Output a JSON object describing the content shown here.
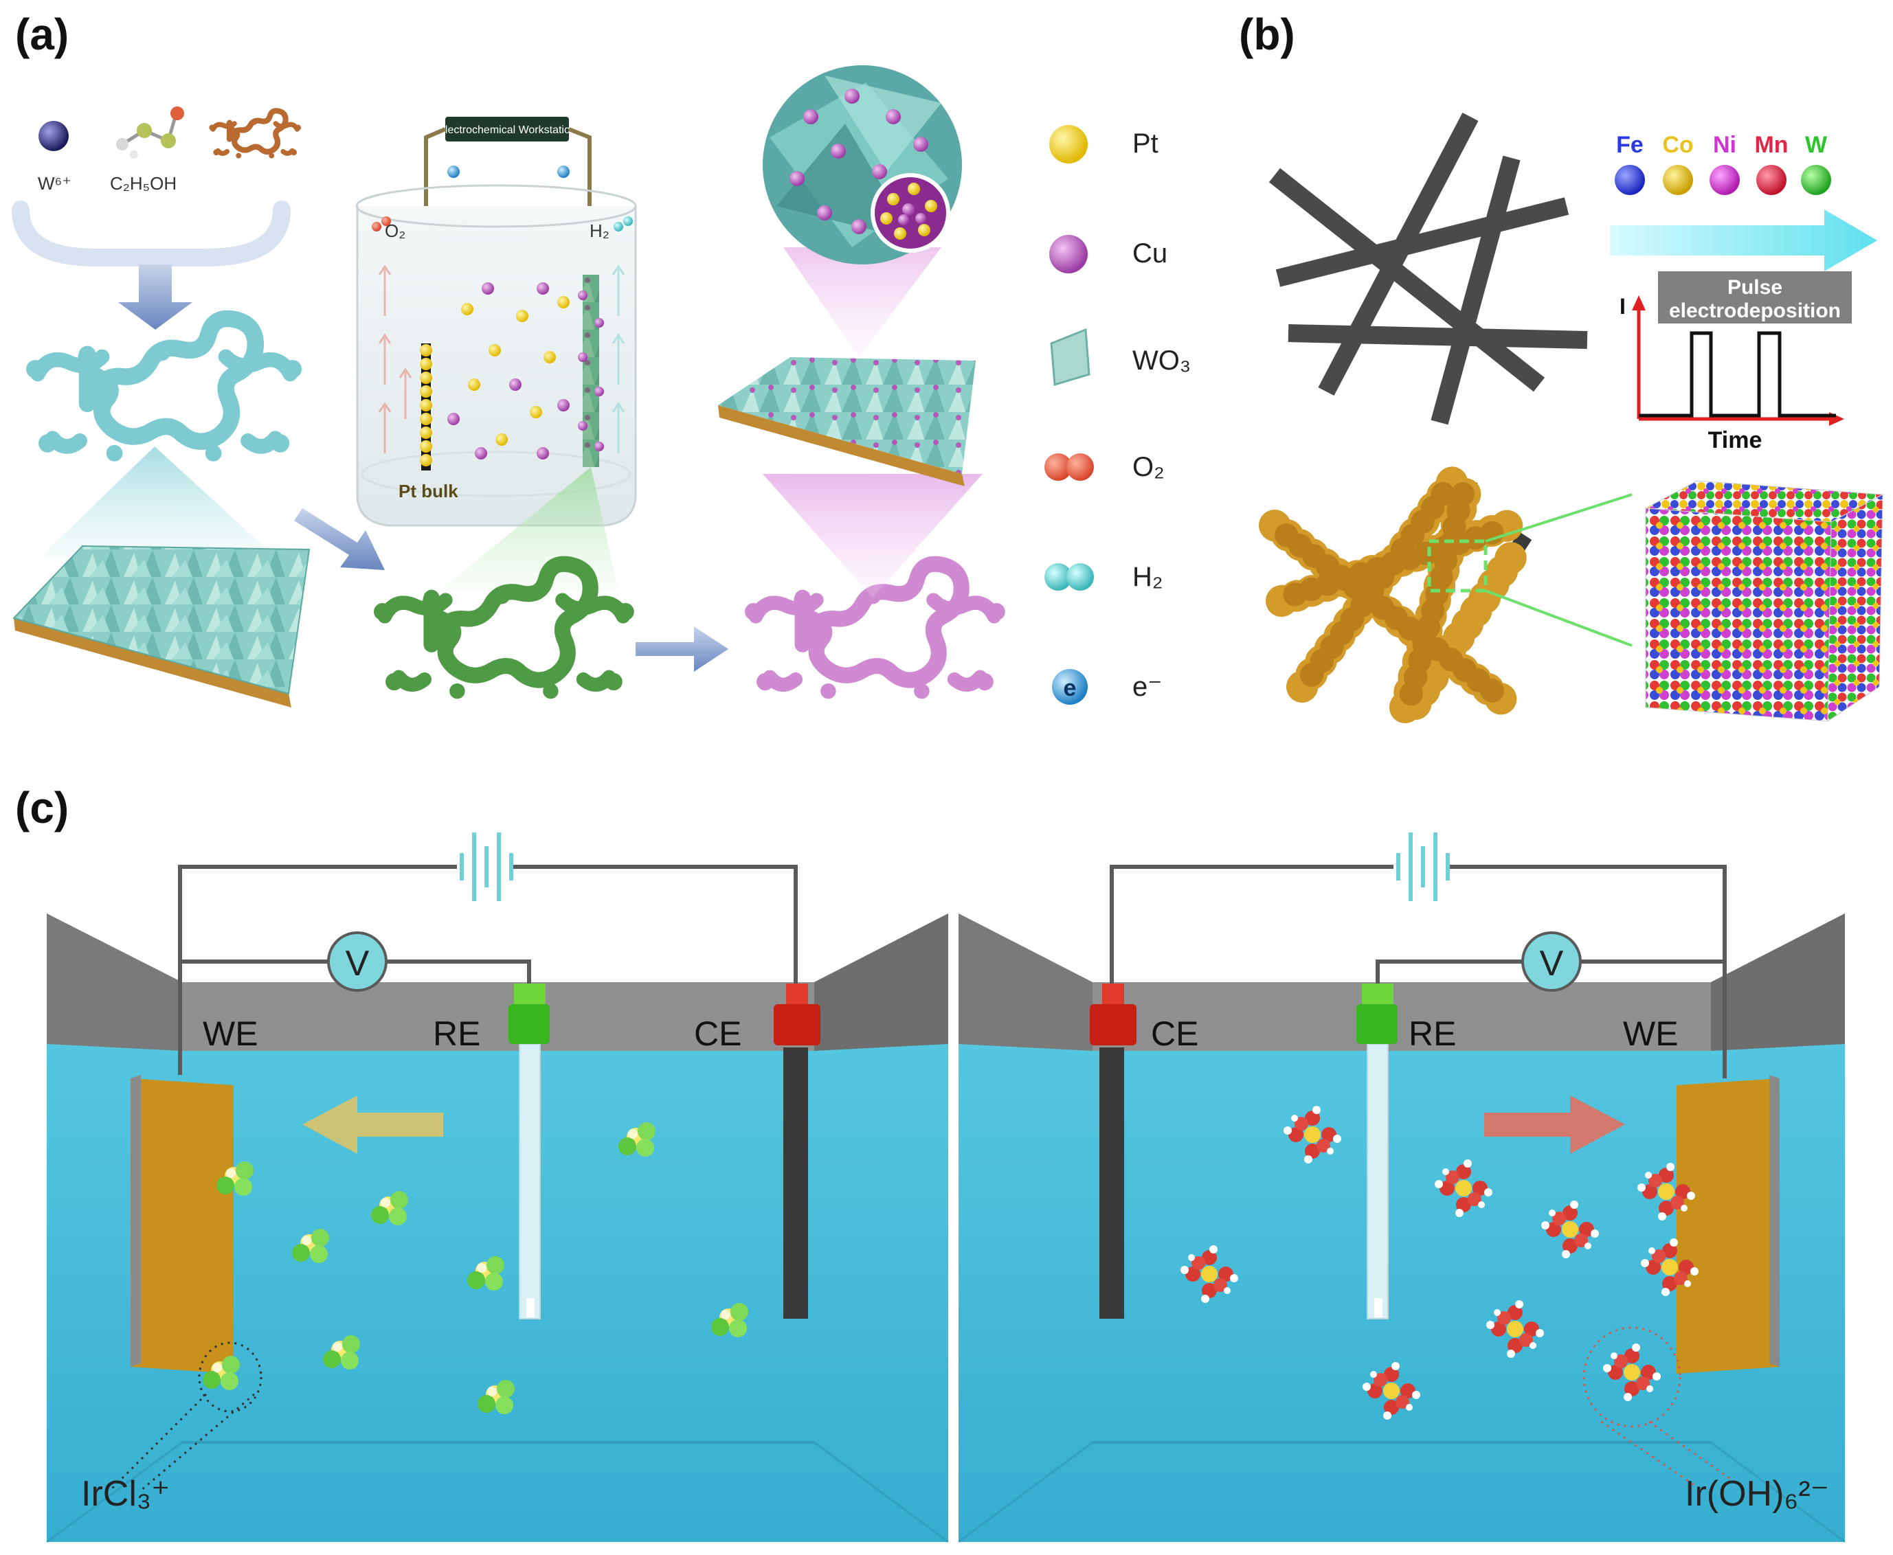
{
  "panels": {
    "a": {
      "label": "(a)",
      "precursors": [
        "W⁶⁺",
        "C₂H₅OH"
      ],
      "workstation": "Electrochemical Workstation",
      "gas_left": "O₂",
      "gas_right": "H₂",
      "electrode": "Pt bulk",
      "legend": [
        {
          "label": "Pt",
          "icon": "pt-sphere-icon",
          "color": "#f2d21a"
        },
        {
          "label": "Cu",
          "icon": "cu-sphere-icon",
          "color": "#b35ab8"
        },
        {
          "label": "WO₃",
          "icon": "wo3-slab-icon",
          "color": "#a9d8cf"
        },
        {
          "label": "O₂",
          "icon": "o2-molecule-icon",
          "color": "#e8704f"
        },
        {
          "label": "H₂",
          "icon": "h2-molecule-icon",
          "color": "#5cc6c8"
        },
        {
          "label": "e⁻",
          "icon": "electron-icon",
          "color": "#3aa0d8"
        }
      ]
    },
    "b": {
      "label": "(b)",
      "elements": [
        {
          "symbol": "Fe",
          "color": "#2a3adf"
        },
        {
          "symbol": "Co",
          "color": "#e8c21e"
        },
        {
          "symbol": "Ni",
          "color": "#d233d2"
        },
        {
          "symbol": "Mn",
          "color": "#e02747"
        },
        {
          "symbol": "W",
          "color": "#2fc42f"
        }
      ],
      "pulse_title": "Pulse electrodeposition",
      "pulse_title_lines": [
        "Pulse",
        "electrodeposition"
      ],
      "axis_y": "I",
      "axis_x": "Time"
    },
    "c": {
      "label": "(c)",
      "left_cell": {
        "we": "WE",
        "re": "RE",
        "ce": "CE",
        "meter": "V",
        "ion": "IrCl₃⁺"
      },
      "right_cell": {
        "ce": "CE",
        "re": "RE",
        "we": "WE",
        "meter": "V",
        "ion": "Ir(OH)₆²⁻"
      }
    }
  }
}
